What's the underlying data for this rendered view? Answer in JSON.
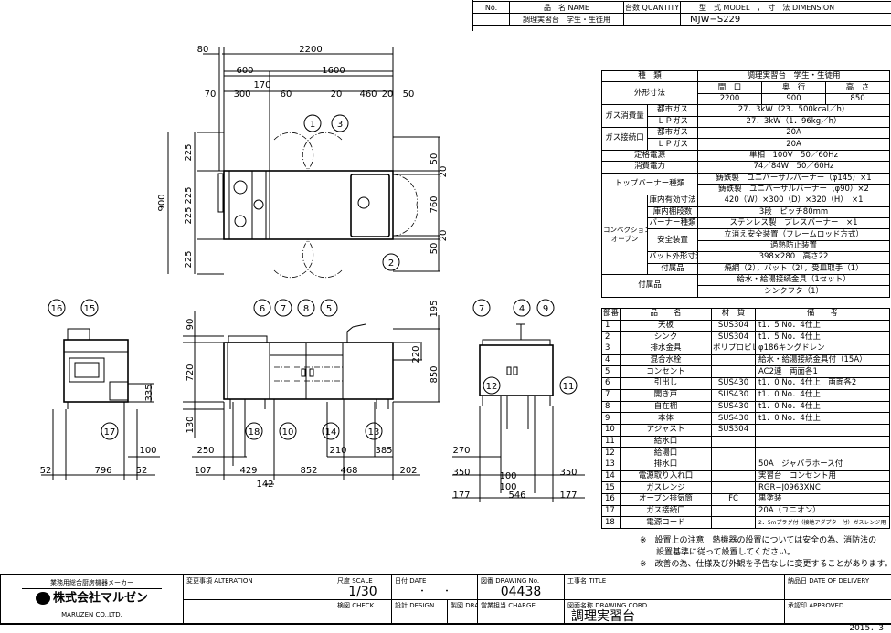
{
  "header": {
    "no_label": "No.",
    "name_label": "品　名 NAME",
    "quantity_label": "台数 QUANTITY",
    "model_label": "型　式 MODEL",
    "dimension_label": "，　寸　法 DIMENSION",
    "name": "調理実習台　学生・生徒用",
    "model": "MJW−S229"
  },
  "spec": {
    "type_label": "種　類",
    "type_value": "調理実習台　学生・生徒用",
    "dims_label": "外形寸法",
    "width_label": "間　口",
    "depth_label": "奥　行",
    "height_label": "高　さ",
    "width": "2200",
    "depth": "900",
    "height": "850",
    "gas_consumption_label": "ガス消費量",
    "city_gas": "都市ガス",
    "lp_gas": "ＬＰガス",
    "gas_city_value": "27．3kW（23．500kcal／h）",
    "gas_lp_value": "27．3kW（1．96kg／h）",
    "gas_conn_label": "ガス接続口",
    "conn_city_value": "20A",
    "conn_lp_value": "20A",
    "power_label": "定格電源",
    "power_value": "単相　100V　50／60Hz",
    "consumption_label": "消費電力",
    "consumption_value": "74／84W　50／60Hz",
    "burner_label": "トップバーナー種類",
    "burner_1": "鋳鉄製　ユニバーサルバーナー（φ145）×1",
    "burner_2": "鋳鉄製　ユニバーサルバーナー（φ90）×2",
    "oven_label_1": "コンベクション",
    "oven_label_2": "オーブン",
    "oven_inner_label": "庫内有効寸法",
    "oven_inner_value": "420（W）×300（D）×320（H）　×1",
    "oven_shelves_label": "庫内棚段数",
    "oven_shelves_value": "3段　ピッチ80mm",
    "oven_burner_label": "バーナー種類",
    "oven_burner_value": "ステンレス製　プレスバーナー　×1",
    "oven_safety_label": "安全装置",
    "oven_safety_1": "立消え安全装置（フレームロッド方式）",
    "oven_safety_2": "過熱防止装置",
    "oven_pan_label": "バット外形寸法",
    "oven_pan_value": "398×280　高さ22",
    "oven_acc_label": "付属品",
    "oven_acc_value": "焼網（2），バット（2），受皿取手（1）",
    "acc_label": "付属品",
    "acc_1": "給水・給湯接続金具（1セット）",
    "acc_2": "シンクフタ（1）"
  },
  "parts": {
    "headers": [
      "部番",
      "品　　名",
      "材　質",
      "備　　考"
    ],
    "rows": [
      [
        "1",
        "天板",
        "SUS304",
        "t1．5 No．4仕上"
      ],
      [
        "2",
        "シンク",
        "SUS304",
        "t1．5 No．4仕上"
      ],
      [
        "3",
        "排水金具",
        "ポリプロピレン",
        "φ186キングドレン"
      ],
      [
        "4",
        "混合水栓",
        "",
        "給水・給湯接続金具付（15A）"
      ],
      [
        "5",
        "コンセント",
        "",
        "AC2連　両面各1"
      ],
      [
        "6",
        "引出し",
        "SUS430",
        "t1．0 No．4仕上　両面各2"
      ],
      [
        "7",
        "開き戸",
        "SUS430",
        "t1．0 No．4仕上"
      ],
      [
        "8",
        "自在棚",
        "SUS430",
        "t1．0 No．4仕上"
      ],
      [
        "9",
        "本体",
        "SUS430",
        "t1．0 No．4仕上"
      ],
      [
        "10",
        "アジャスト",
        "SUS304",
        ""
      ],
      [
        "11",
        "給水口",
        "",
        ""
      ],
      [
        "12",
        "給湯口",
        "",
        ""
      ],
      [
        "13",
        "排水口",
        "",
        "50A　ジャバラホース付"
      ],
      [
        "14",
        "電源取り入れ口",
        "",
        "実習台　コンセント用"
      ],
      [
        "15",
        "ガスレンジ",
        "",
        "RGR−J0963XNC"
      ],
      [
        "16",
        "オーブン排気筒",
        "FC",
        "黒塗装"
      ],
      [
        "17",
        "ガス接続口",
        "",
        "20A（ユニオン）"
      ],
      [
        "18",
        "電源コード",
        "",
        "2．5mプラグ付（接地アダプター付）ガスレンジ用"
      ]
    ]
  },
  "notes": [
    "※　設置上の注意　熱機器の設置については安全の為、消防法の",
    "　　設置基準に従って設置してください。",
    "※　改善の為、仕様及び外観を予告なしに変更することがあります。"
  ],
  "title_block": {
    "maker_tagline": "業務用総合厨房機器メーカー",
    "logo_text": "株式会社マルゼン",
    "company_en": "MARUZEN CO.,LTD.",
    "alteration_label": "変更事項 ALTERATION",
    "scale_label": "尺度 SCALE",
    "scale": "1/30",
    "date_label": "日付 DATE",
    "date_value": "・　　・",
    "drawing_no_label": "図番 DRAWING No.",
    "drawing_no": "04438",
    "title_label": "工事名 TITLE",
    "delivery_label": "納品日 DATE OF DELIVERY",
    "check_label": "検図 CHECK",
    "design_label": "設計 DESIGN",
    "draw_label": "製図 DRAW",
    "charge_label": "営業担当 CHARGE",
    "drawing_cord_label": "図面名称 DRAWING CORD",
    "drawing_cord": "調理実習台",
    "approved_label": "承認印 APPROVED"
  },
  "issue_date": "2015．3",
  "drawing": {
    "dims": [
      "80",
      "2200",
      "600",
      "1600",
      "170",
      "70",
      "300",
      "60",
      "20",
      "460",
      "20",
      "50",
      "225",
      "225",
      "900",
      "225",
      "225",
      "50",
      "20",
      "760",
      "20",
      "50",
      "90",
      "720",
      "130",
      "195",
      "220",
      "850",
      "250",
      "210",
      "385",
      "107",
      "429",
      "852",
      "468",
      "202",
      "142",
      "100",
      "52",
      "796",
      "52",
      "335",
      "270",
      "350",
      "100",
      "350",
      "100",
      "177",
      "546",
      "177"
    ],
    "callouts": [
      "1",
      "3",
      "2",
      "6",
      "7",
      "8",
      "5",
      "18",
      "10",
      "14",
      "13",
      "16",
      "15",
      "17",
      "7",
      "4",
      "9",
      "12",
      "11"
    ]
  }
}
